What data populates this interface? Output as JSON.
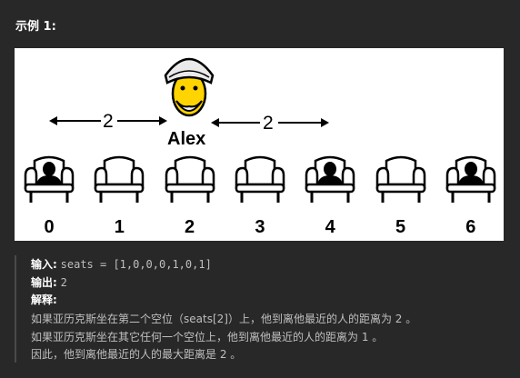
{
  "heading": "示例 1:",
  "figure": {
    "person_name": "Alex",
    "left_distance": "2",
    "right_distance": "2",
    "seats": [
      {
        "number": "0",
        "occupied": true
      },
      {
        "number": "1",
        "occupied": false
      },
      {
        "number": "2",
        "occupied": false
      },
      {
        "number": "3",
        "occupied": false
      },
      {
        "number": "4",
        "occupied": true
      },
      {
        "number": "5",
        "occupied": false
      },
      {
        "number": "6",
        "occupied": true
      }
    ]
  },
  "explanation": {
    "input_label": "输入:",
    "input_value": "seats = [1,0,0,0,1,0,1]",
    "output_label": "输出:",
    "output_value": "2",
    "explain_label": "解释:",
    "line1": "如果亚历克斯坐在第二个空位（seats[2]）上，他到离他最近的人的距离为 2 。",
    "line2": "如果亚历克斯坐在其它任何一个空位上，他到离他最近的人的距离为 1 。",
    "line3": "因此，他到离他最近的人的最大距离是 2 。"
  }
}
